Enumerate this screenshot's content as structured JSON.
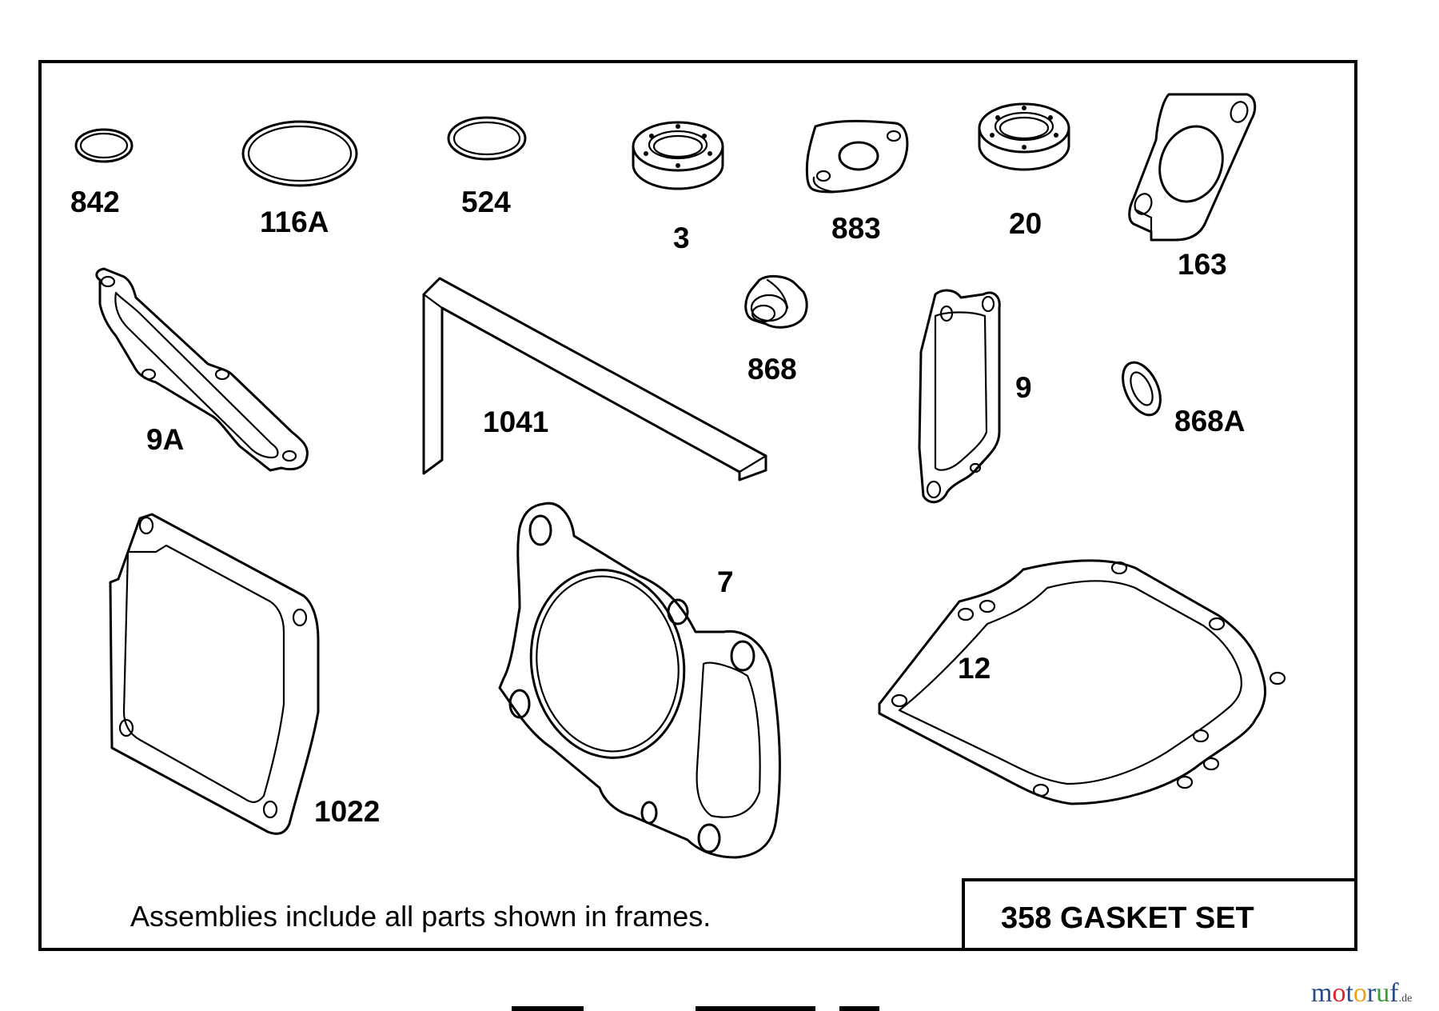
{
  "parts": [
    {
      "id": "p842",
      "label": "842"
    },
    {
      "id": "p116A",
      "label": "116A"
    },
    {
      "id": "p524",
      "label": "524"
    },
    {
      "id": "p3",
      "label": "3"
    },
    {
      "id": "p883",
      "label": "883"
    },
    {
      "id": "p20",
      "label": "20"
    },
    {
      "id": "p163",
      "label": "163"
    },
    {
      "id": "p9A",
      "label": "9A"
    },
    {
      "id": "p1041",
      "label": "1041"
    },
    {
      "id": "p868",
      "label": "868"
    },
    {
      "id": "p9",
      "label": "9"
    },
    {
      "id": "p868A",
      "label": "868A"
    },
    {
      "id": "p1022",
      "label": "1022"
    },
    {
      "id": "p7",
      "label": "7"
    },
    {
      "id": "p12",
      "label": "12"
    }
  ],
  "footer": {
    "note": "Assemblies include all parts shown in frames.",
    "set_title": "358 GASKET SET"
  },
  "watermark": {
    "brand": "motoruf",
    "suffix": ".de",
    "colors": {
      "m": "#2b4a8c",
      "o1": "#d9262c",
      "t": "#2b4a8c",
      "o2": "#e8a317",
      "r": "#2b4a8c",
      "u": "#3a9b3a",
      "f": "#2b4a8c",
      "suffix": "#444444"
    }
  }
}
